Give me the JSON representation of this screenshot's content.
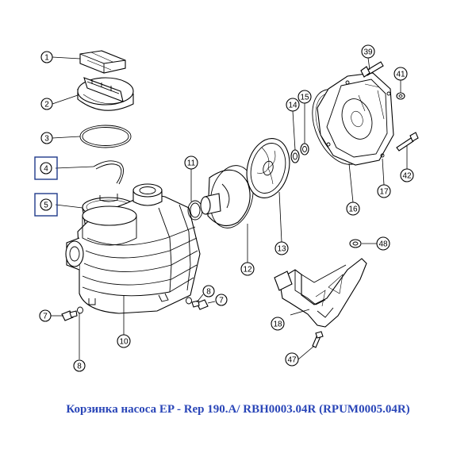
{
  "caption": "Корзинка насоса EP - Rep 190.A/ RBH0003.04R (RPUM0005.04R)",
  "caption_color": "#2a46b8",
  "highlight_color": "#1f3a8a",
  "callouts": {
    "c1": "1",
    "c2": "2",
    "c3": "3",
    "c4": "4",
    "c5": "5",
    "c7a": "7",
    "c7b": "7",
    "c8a": "8",
    "c8b": "8",
    "c10": "10",
    "c11": "11",
    "c12": "12",
    "c13": "13",
    "c14": "14",
    "c15": "15",
    "c16": "16",
    "c17": "17",
    "c18": "18",
    "c39": "39",
    "c41": "41",
    "c42": "42",
    "c47": "47",
    "c48": "48"
  }
}
